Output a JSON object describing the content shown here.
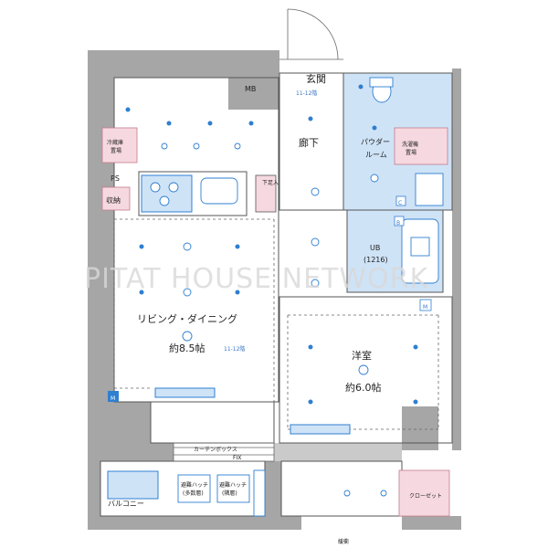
{
  "rooms": {
    "entrance": "玄関",
    "entrance_note": "11-12階",
    "mb": "MB",
    "hallway": "廊下",
    "powder": "パウダー",
    "powder2": "ルーム",
    "ub": "UB",
    "ub_size": "(1216)",
    "ldk": "リビング・ダイニング",
    "ldk_size": "約8.5帖",
    "ldk_note": "11-12階",
    "western": "洋室",
    "western_size": "約6.0帖",
    "balcony": "バルコニー",
    "fridge": "冷蔵庫",
    "fridge2": "置場",
    "washer": "洗濯機",
    "washer2": "置場",
    "ps": "PS",
    "storage": "収納",
    "shoe_storage": "下足入",
    "closet": "クローゼット",
    "curtain_box": "カーテンボックス",
    "fix": "FIX",
    "outdoor_unit1": "避難ハッチ",
    "outdoor_unit1b": "(多数層)",
    "outdoor_unit2": "避難ハッチ",
    "outdoor_unit2b": "(隣層)",
    "kaidan": "緩衝",
    "m1": "M",
    "m2": "M",
    "c": "C",
    "b": "B"
  },
  "watermark": "PITAT HOUSE NETWORK",
  "colors": {
    "wall": "#a6a6a6",
    "blue": "#2f7fd0",
    "pink": "#f6d9e0"
  }
}
